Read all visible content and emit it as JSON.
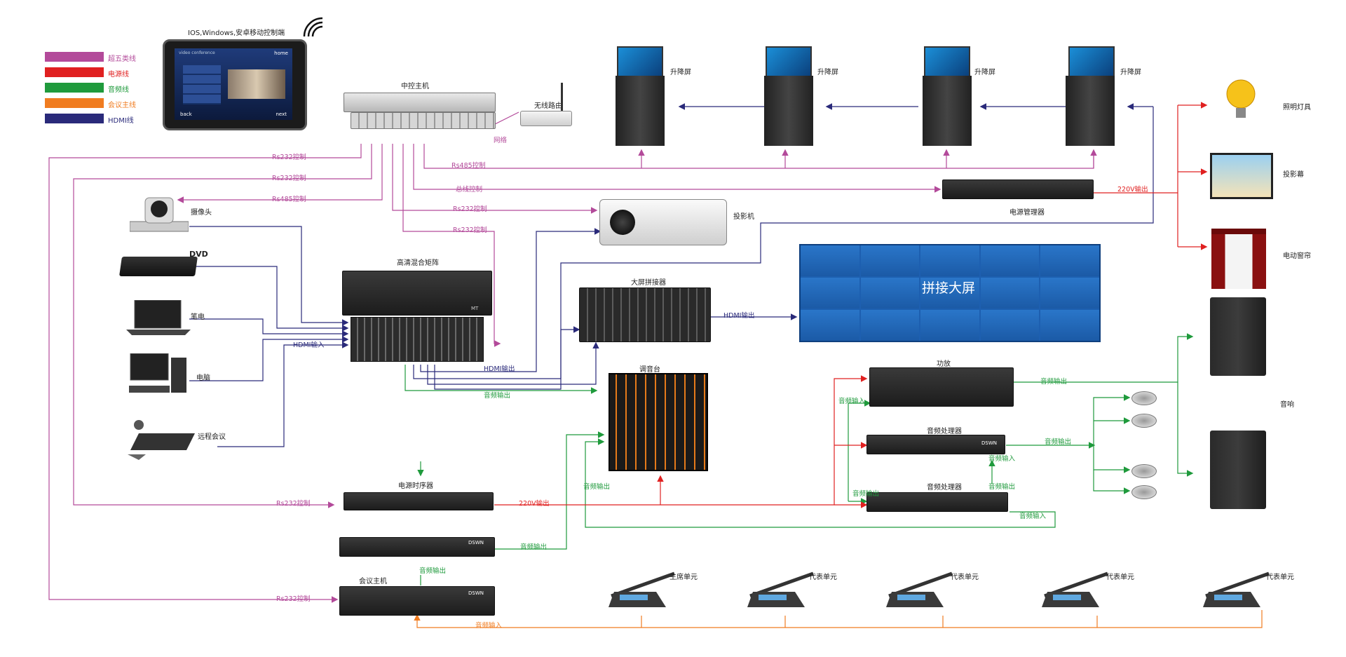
{
  "colors": {
    "cat5": "#b34a9a",
    "power": "#e02020",
    "audio": "#1f9a3c",
    "conference": "#f07c20",
    "hdmi": "#2a2a7a"
  },
  "legend": [
    {
      "label": "超五类线",
      "color": "#b34a9a"
    },
    {
      "label": "电源线",
      "color": "#e02020"
    },
    {
      "label": "音频线",
      "color": "#1f9a3c"
    },
    {
      "label": "会议主线",
      "color": "#f07c20"
    },
    {
      "label": "HDMI线",
      "color": "#2a2a7a"
    }
  ],
  "tablet": {
    "title": "IOS,Windows,安卓移动控制端",
    "screen_header": "video conference",
    "home_label": "home",
    "back_label": "back",
    "next_label": "next"
  },
  "devices": {
    "central_host": "中控主机",
    "wireless_router": "无线路由",
    "lift_screens": [
      "升降屏",
      "升降屏",
      "升降屏",
      "升降屏"
    ],
    "lighting": "照明灯具",
    "projection_screen": "投影幕",
    "electric_curtain": "电动窗帘",
    "power_manager": "电源管理器",
    "camera": "摄像头",
    "projector": "投影机",
    "dvd": "DVD",
    "laptop": "笔电",
    "computer": "电脑",
    "remote_meeting": "远程会议",
    "hd_matrix": "高清混合矩阵",
    "splicer": "大屏拼接器",
    "video_wall": "拼接大屏",
    "mixer": "调音台",
    "amplifier": "功放",
    "audio_processor_1": "音频处理器",
    "audio_processor_2": "音频处理器",
    "speakers": "音响",
    "power_sequencer": "电源时序器",
    "conference_host": "会议主机",
    "chair_unit": "主席单元",
    "delegate_units": [
      "代表单元",
      "代表单元",
      "代表单元",
      "代表单元"
    ]
  },
  "wire_labels": {
    "network": "网络",
    "rs485_1": "Rs485控制",
    "rs232_1": "Rs232控制",
    "rs232_2": "Rs232控制",
    "rs485_2": "Rs485控制",
    "bus_ctrl": "总线控制",
    "rs232_3": "Rs232控制",
    "rs232_4": "Rs232控制",
    "v220_1": "220V输出",
    "hdmi_in": "HDMI输入",
    "hdmi_out_1": "HDMI输出",
    "hdmi_out_2": "HDMI输出",
    "audio_out_matrix": "音频输出",
    "audio_out_amp": "音频输出",
    "audio_in_amp": "音频输入",
    "audio_out_proc": "音频输出",
    "audio_in_proc": "音频输入",
    "audio_out_proc2": "音频输出",
    "audio_in_proc2": "音频输入",
    "audio_out_mixer": "音频输出",
    "audio_out_mixer2": "音频输出",
    "rs232_seq": "Rs232控制",
    "v220_2": "220V输出",
    "audio_out_rack": "音频输出",
    "audio_out_conf": "音频输出",
    "rs232_conf": "Rs232控制",
    "audio_in_conf": "音频输入"
  },
  "brand_marks": {
    "matrix": "MT",
    "dswn_1": "DSWN",
    "dswn_2": "DSWN",
    "dswn_3": "DSWN"
  }
}
